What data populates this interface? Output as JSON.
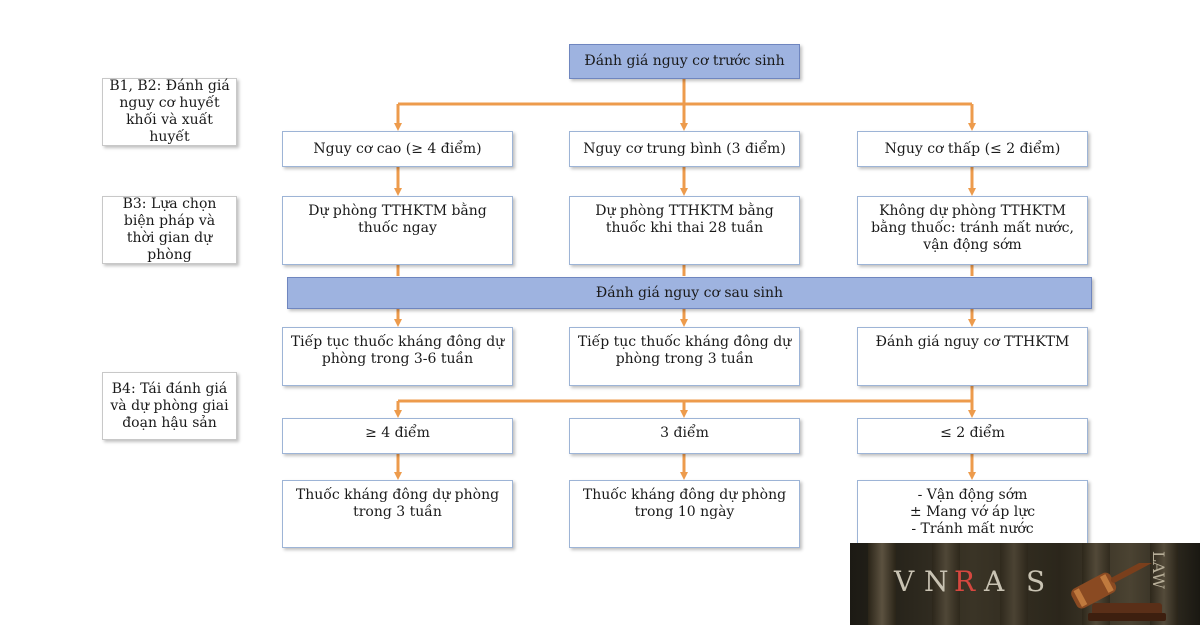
{
  "colors": {
    "connector": "#ed9b4c",
    "header_fill": "#9eb3e0",
    "box_border": "#9db4d6"
  },
  "side_labels": {
    "b1b2": "B1, B2: Đánh giá nguy cơ huyết khối và xuất huyết",
    "b3": "B3: Lựa chọn biện pháp và thời gian dự phòng",
    "b4": "B4: Tái đánh giá và dự phòng giai đoạn hậu sản"
  },
  "antenatal": {
    "title": "Đánh giá nguy cơ trước sinh",
    "risk_levels": [
      "Nguy cơ cao (≥ 4 điểm)",
      "Nguy cơ trung bình (3 điểm)",
      "Nguy cơ thấp (≤ 2 điểm)"
    ],
    "prophylaxis": [
      "Dự phòng TTHKTM bằng thuốc ngay",
      "Dự phòng TTHKTM bằng thuốc khi thai 28 tuần",
      "Không dự phòng TTHKTM bằng thuốc: tránh mất nước, vận động sớm"
    ]
  },
  "postnatal": {
    "title": "Đánh giá nguy cơ sau sinh",
    "continuation": [
      "Tiếp tục thuốc kháng đông dự phòng trong 3-6 tuần",
      "Tiếp tục thuốc kháng đông dự phòng trong 3 tuần",
      "Đánh giá nguy cơ TTHKTM"
    ],
    "scores": [
      "≥ 4 điểm",
      "3 điểm",
      "≤ 2 điểm"
    ],
    "outcomes": [
      "Thuốc kháng đông dự phòng trong 3 tuần",
      "Thuốc kháng đông dự phòng trong 10 ngày"
    ],
    "low_risk_measures": [
      "- Vận động sớm",
      "± Mang vớ áp lực",
      "- Tránh mất nước"
    ]
  },
  "watermark": {
    "brand_letters": [
      "V",
      "N",
      "R",
      "A",
      "S"
    ],
    "side_text": "LAW"
  }
}
